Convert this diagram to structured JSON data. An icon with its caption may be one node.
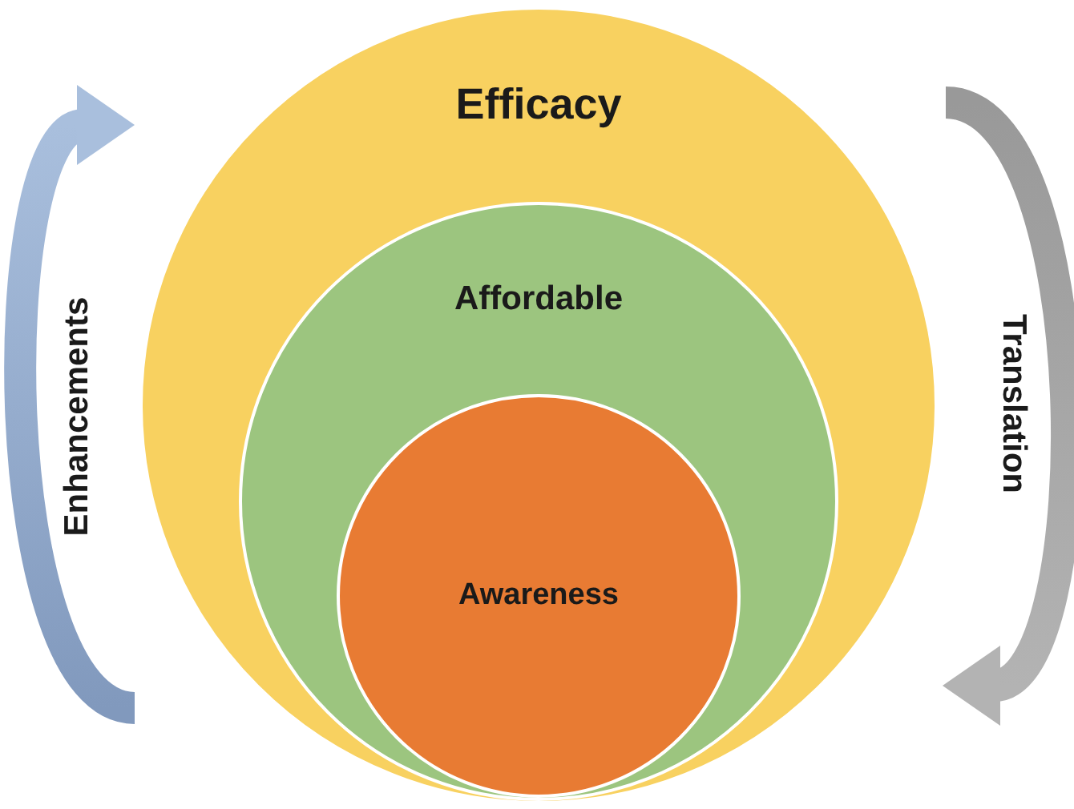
{
  "diagram": {
    "nodes": [
      {
        "text": [
          "Efficacy"
        ]
      },
      {
        "text": [
          "Affordable"
        ],
        "in": 0
      },
      {
        "text": [
          "Awareness"
        ],
        "in": 1
      }
    ],
    "labels": [
      "Enhancements",
      "Translation"
    ]
  }
}
